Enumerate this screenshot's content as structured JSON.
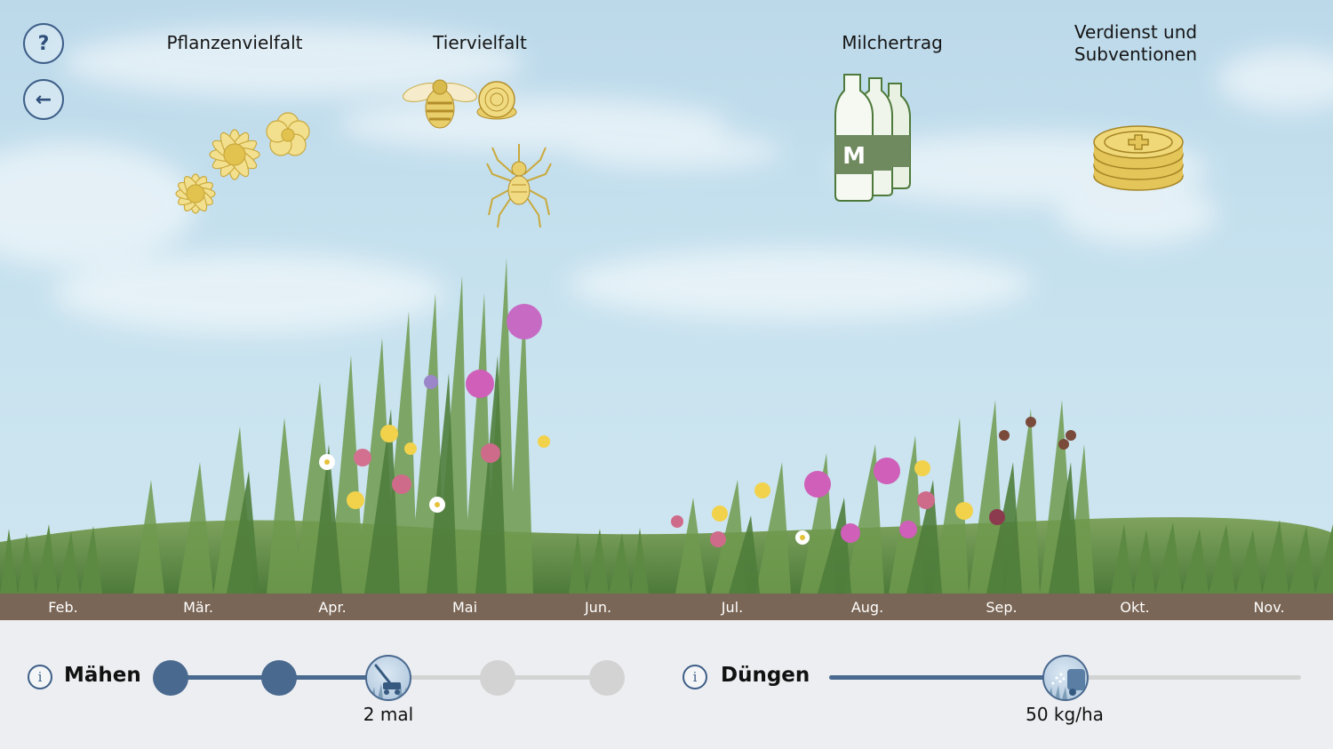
{
  "buttons": {
    "help_label": "?",
    "back_label": "←"
  },
  "indicators": {
    "plant_diversity": "Pflanzenvielfalt",
    "animal_diversity": "Tiervielfalt",
    "milk_yield": "Milchertrag",
    "income_line1": "Verdienst und",
    "income_line2": "Subventionen",
    "milk_bottle_letter": "M"
  },
  "timeline": {
    "months": [
      "Feb.",
      "Mär.",
      "Apr.",
      "Mai",
      "Jun.",
      "Jul.",
      "Aug.",
      "Sep.",
      "Okt.",
      "Nov."
    ]
  },
  "mowing": {
    "info_label": "i",
    "label": "Mähen",
    "value": "2 mal",
    "selected_step": 2,
    "steps_total": 5
  },
  "fertilizing": {
    "info_label": "i",
    "label": "Düngen",
    "value": "50 kg/ha",
    "fraction": 0.5
  },
  "colors": {
    "accent": "#49698f",
    "inactive": "#d3d3d3",
    "timeline_bar": "#7a6656",
    "icon_gold": "#e8d27a",
    "milk_green": "#6f8a5e"
  }
}
